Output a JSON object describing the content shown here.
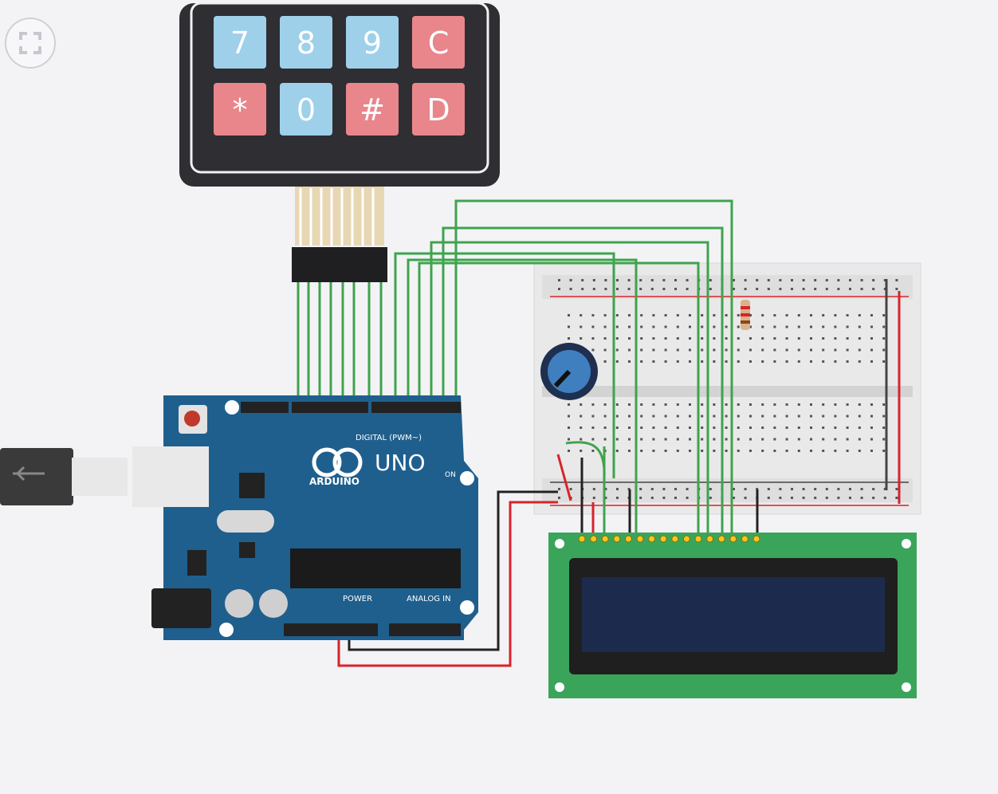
{
  "canvas": {
    "fit_button_icon": "fullscreen-icon"
  },
  "keypad": {
    "rows": [
      [
        {
          "label": "7",
          "color": "#9ed0ea"
        },
        {
          "label": "8",
          "color": "#9ed0ea"
        },
        {
          "label": "9",
          "color": "#9ed0ea"
        },
        {
          "label": "C",
          "color": "#e8868c"
        }
      ],
      [
        {
          "label": "*",
          "color": "#e8868c"
        },
        {
          "label": "0",
          "color": "#9ed0ea"
        },
        {
          "label": "#",
          "color": "#e8868c"
        },
        {
          "label": "D",
          "color": "#e8868c"
        }
      ]
    ]
  },
  "arduino": {
    "brand": "ARDUINO",
    "model": "UNO",
    "digital_header": "DIGITAL (PWM~)",
    "power_header": "POWER",
    "analog_header": "ANALOG IN",
    "on_label": "ON",
    "board_color": "#1f5f8d"
  },
  "wires": {
    "signal_color": "#3fa34d",
    "power_color": "#d8232a",
    "ground_color": "#222222"
  }
}
